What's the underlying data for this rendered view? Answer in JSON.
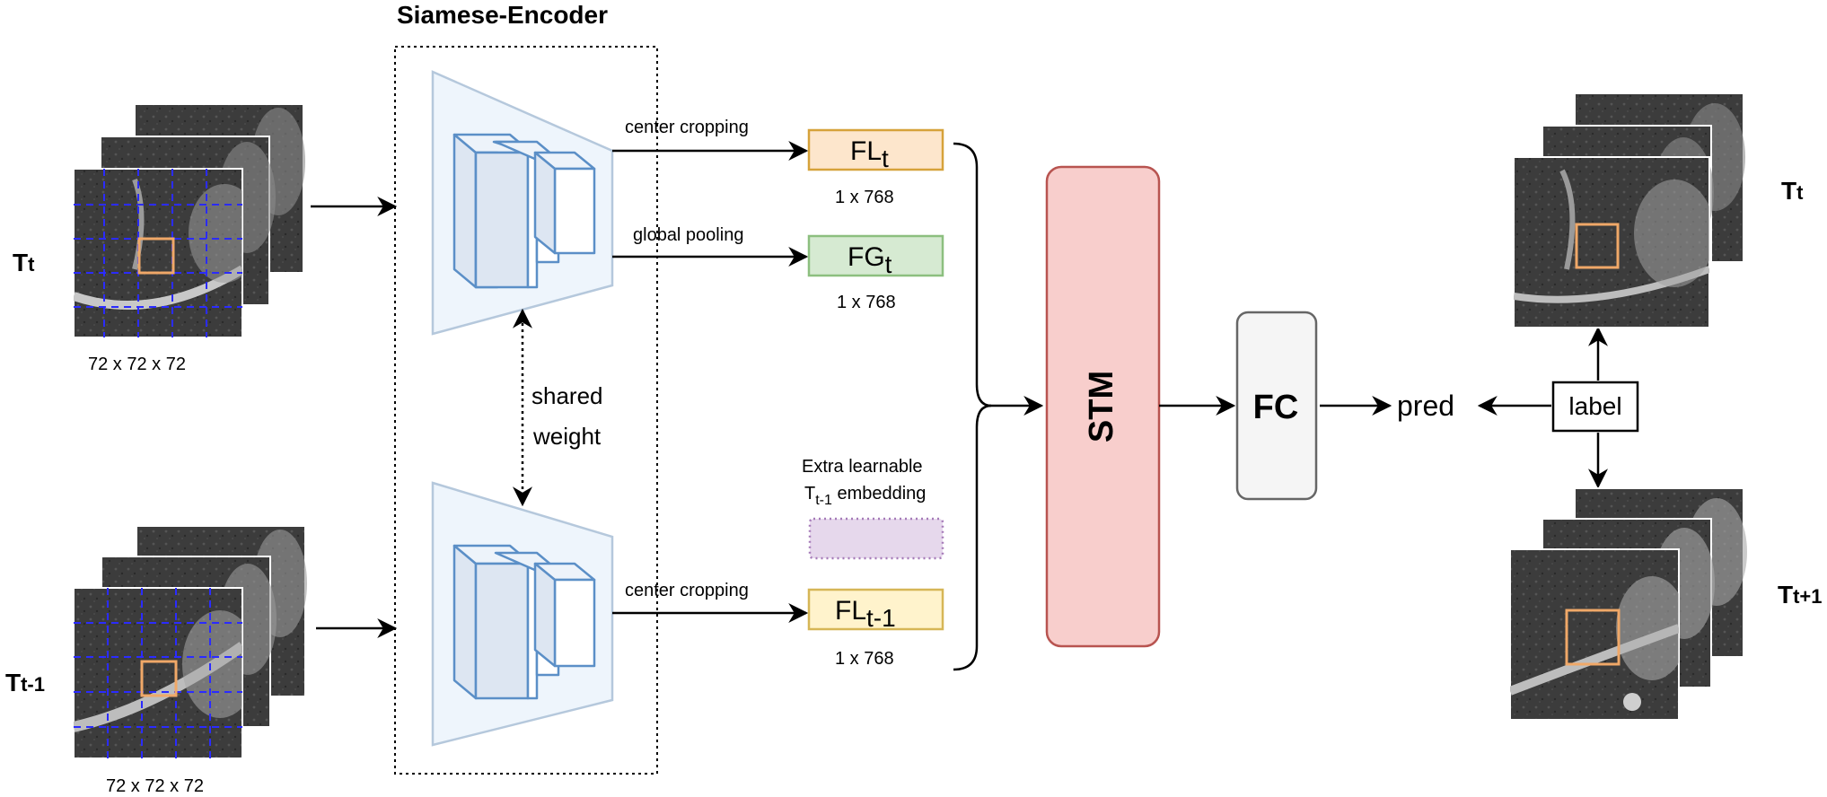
{
  "title": "Siamese-Encoder",
  "inputs": {
    "top_label_main": "T",
    "top_label_sub": "t",
    "top_dims": "72 x 72 x 72",
    "bottom_label_main": "T",
    "bottom_label_sub": "t-1",
    "bottom_dims": "72 x 72 x 72"
  },
  "encoder": {
    "shared_line1": "shared",
    "shared_line2": "weight"
  },
  "features": {
    "center_cropping_top": "center cropping",
    "global_pooling": "global pooling",
    "center_cropping_bottom": "center cropping",
    "fl_t_main": "FL",
    "fl_t_sub": "t",
    "fl_t_dims": "1 x 768",
    "fg_t_main": "FG",
    "fg_t_sub": "t",
    "fg_t_dims": "1 x 768",
    "extra_line1": "Extra learnable",
    "extra_line2_main": "T",
    "extra_line2_sub": "t-1",
    "extra_line2_rest": " embedding",
    "fl_t1_main": "FL",
    "fl_t1_sub": "t-1",
    "fl_t1_dims": "1 x 768"
  },
  "modules": {
    "stm": "STM",
    "fc": "FC",
    "pred": "pred",
    "label": "label"
  },
  "outputs": {
    "top_label_main": "T",
    "top_label_sub": "t",
    "bottom_label_main": "T",
    "bottom_label_sub": "t+1"
  },
  "colors": {
    "encoder_fill": "#eef5fc",
    "encoder_stroke": "#b5c8dc",
    "block_stroke": "#5b8fc7",
    "fl_fill": "#fde6cc",
    "fl_stroke": "#d6a23a",
    "fg_fill": "#d6ead2",
    "fg_stroke": "#8cbf7f",
    "extra_fill": "#e6d8ec",
    "extra_stroke": "#a57ab8",
    "fl1_fill": "#fff3cc",
    "fl1_stroke": "#d6b656",
    "stm_fill": "#f8cecc",
    "stm_stroke": "#b85450",
    "fc_fill": "#f5f5f5",
    "fc_stroke": "#666666",
    "roi_stroke": "#f0a868",
    "grid_stroke": "#2b2bff"
  }
}
